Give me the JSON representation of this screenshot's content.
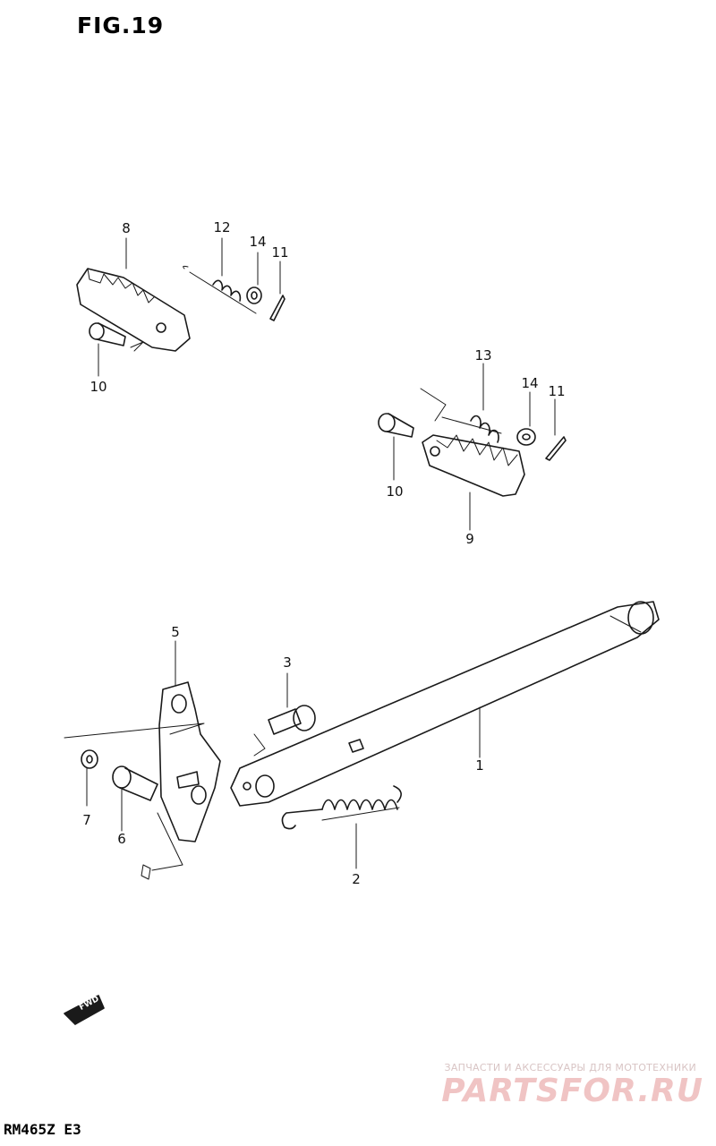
{
  "figure": {
    "title": "FIG.19",
    "model_code": "RM465Z E3",
    "direction_arrow": "FWD"
  },
  "callouts": [
    {
      "id": "c8",
      "label": "8"
    },
    {
      "id": "c12",
      "label": "12"
    },
    {
      "id": "c14a",
      "label": "14"
    },
    {
      "id": "c11a",
      "label": "11"
    },
    {
      "id": "c10a",
      "label": "10"
    },
    {
      "id": "c13",
      "label": "13"
    },
    {
      "id": "c14b",
      "label": "14"
    },
    {
      "id": "c11b",
      "label": "11"
    },
    {
      "id": "c10b",
      "label": "10"
    },
    {
      "id": "c9",
      "label": "9"
    },
    {
      "id": "c5",
      "label": "5"
    },
    {
      "id": "c3",
      "label": "3"
    },
    {
      "id": "c1",
      "label": "1"
    },
    {
      "id": "c7",
      "label": "7"
    },
    {
      "id": "c6",
      "label": "6"
    },
    {
      "id": "c2",
      "label": "2"
    }
  ],
  "watermark": {
    "tagline": "ЗАПЧАСТИ И АКСЕССУАРЫ ДЛЯ МОТОТЕХНИКИ",
    "logo": "PARTSFOR.RU"
  }
}
